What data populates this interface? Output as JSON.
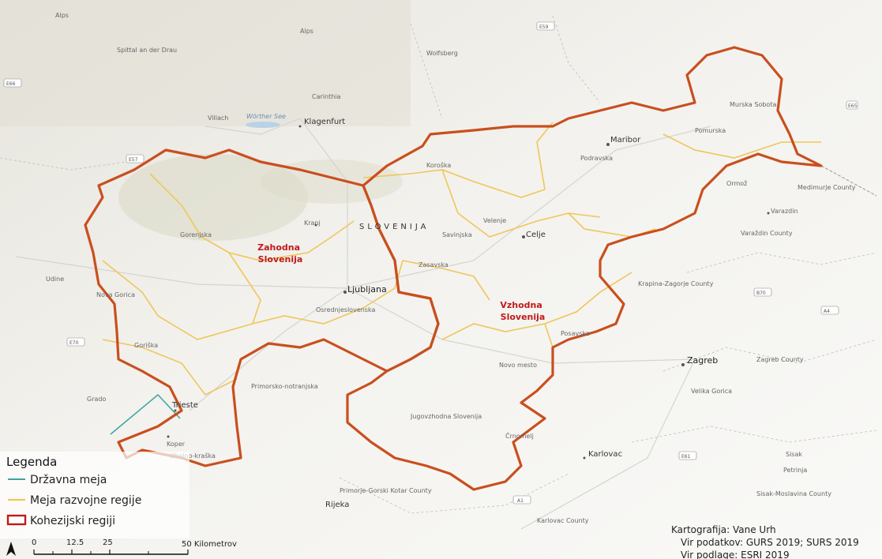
{
  "map": {
    "country_label": "SLOVENIJA",
    "regions": [
      {
        "name": "Zahodna Slovenija",
        "lines": [
          "Zahodna",
          "Slovenija"
        ]
      },
      {
        "name": "Vzhodna Slovenija",
        "lines": [
          "Vzhodna",
          "Slovenija"
        ]
      }
    ],
    "cities": [
      "Ljubljana",
      "Maribor",
      "Celje",
      "Kranj",
      "Koper",
      "Trieste",
      "Zagreb",
      "Karlovac",
      "Klagenfurt",
      "Villach",
      "Udine",
      "Rijeka",
      "Varazdin",
      "Wolfsberg",
      "Sisak",
      "Murska Sobota",
      "Novo mesto",
      "Velenje",
      "Grado",
      "Spittal an der Drau",
      "Nova Gorica",
      "Ormož",
      "Črnomelj"
    ],
    "subregions": [
      "Gorenjska",
      "Goriška",
      "Obalno-kraška",
      "Primorsko-notranjska",
      "Osrednjeslovenska",
      "Zasavska",
      "Posavska",
      "Jugovzhodna Slovenija",
      "Savinjska",
      "Koroška",
      "Podravska",
      "Pomurska"
    ],
    "foreign_labels": [
      "Alps",
      "Carinthia",
      "Medimurje County",
      "Varaždin County",
      "Krapina-Zagorje County",
      "Zagreb County",
      "Primorje-Gorski Kotar County",
      "Karlovac County",
      "Sisak-Moslavina County",
      "Velika Gorica",
      "Petrinja"
    ],
    "lakes": [
      "Wörther See"
    ],
    "roads": [
      "E66",
      "E57",
      "E59",
      "E70",
      "A1",
      "E61",
      "A4",
      "E65",
      "B70"
    ],
    "colors": {
      "state_border": "#3aa69a",
      "regional_border": "#f0c65a",
      "cohesion_border": "#c94f1e",
      "region_label": "#c01b1b"
    }
  },
  "legend": {
    "title": "Legenda",
    "items": [
      {
        "label": "Državna meja",
        "symbol": "line",
        "color": "#3aa69a"
      },
      {
        "label": "Meja razvojne regije",
        "symbol": "line",
        "color": "#f0c65a"
      },
      {
        "label": "Kohezijski regiji",
        "symbol": "box",
        "color": "#c01b1b"
      }
    ]
  },
  "scale_bar": {
    "ticks": [
      "0",
      "12.5",
      "25",
      "50 Kilometrov"
    ]
  },
  "north_arrow": "north-arrow-icon",
  "credits": {
    "cartography": "Kartografija: Vane Urh",
    "data_source": "Vir podatkov: GURS 2019; SURS 2019",
    "base_source": "Vir podlage: ESRI 2019"
  }
}
